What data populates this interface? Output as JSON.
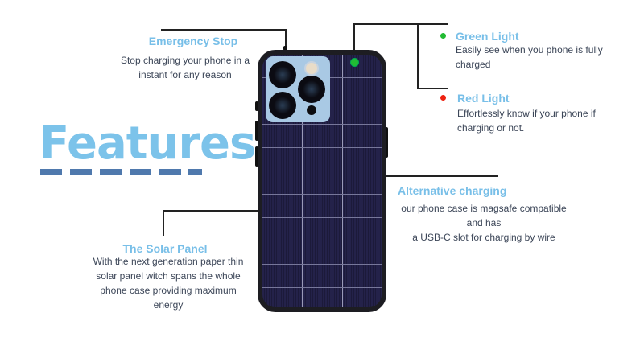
{
  "title": "Features",
  "features": {
    "emergency_stop": {
      "title": "Emergency Stop",
      "desc": [
        "Stop charging your phone in a",
        "instant for any reason"
      ]
    },
    "green_light": {
      "title": "Green Light",
      "desc": [
        "Easily see when you phone is fully",
        "charged"
      ],
      "color": "#22bb33"
    },
    "red_light": {
      "title": "Red Light",
      "desc": [
        "Effortlessly know if your phone if",
        "charging or not."
      ],
      "color": "#ee2211"
    },
    "alternative_charging": {
      "title": "Alternative charging",
      "desc": [
        "our phone case is  magsafe compatible",
        "and has",
        "a USB-C slot for charging by wire"
      ]
    },
    "solar_panel": {
      "title": "The Solar Panel",
      "desc": [
        "With the next generation paper thin",
        "solar panel witch spans the whole",
        "phone case providing maximum",
        "energy"
      ]
    }
  },
  "colors": {
    "title": "#7cc3ea",
    "dash": "#4f79ad"
  }
}
